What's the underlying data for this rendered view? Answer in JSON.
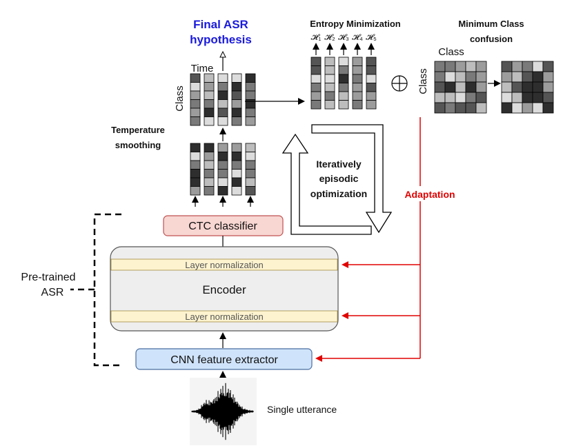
{
  "labels": {
    "final_hypothesis": [
      "Final ASR",
      "hypothesis"
    ],
    "entropy_min": "Entropy Minimization",
    "min_class_confusion": [
      "Minimum Class",
      "confusion"
    ],
    "class_axis": "Class",
    "time_axis": "Time",
    "temperature": [
      "Temperature",
      "smoothing"
    ],
    "iterative": [
      "Iteratively",
      "episodic",
      "optimization"
    ],
    "adaptation": "Adaptation",
    "pretrained": [
      "Pre-trained",
      "ASR"
    ],
    "ctc": "CTC classifier",
    "encoder": "Encoder",
    "layer_norm": "Layer normalization",
    "cnn": "CNN feature extractor",
    "utterance": "Single utterance",
    "entropy_symbols": [
      "𝓗₁",
      "𝓗₂",
      "𝓗₃",
      "𝓗₄",
      "𝓗₅"
    ],
    "oplus": "⊕"
  },
  "colors": {
    "ctc_fill": "#f8d6d2",
    "ctc_stroke": "#c05050",
    "cnn_fill": "#cfe3fa",
    "cnn_stroke": "#4a6fa0",
    "encoder_fill": "#eeeeee",
    "layernorm_fill": "#fdf3cf",
    "adaptation_red": "#e00000",
    "title_blue": "#1a1adc"
  }
}
